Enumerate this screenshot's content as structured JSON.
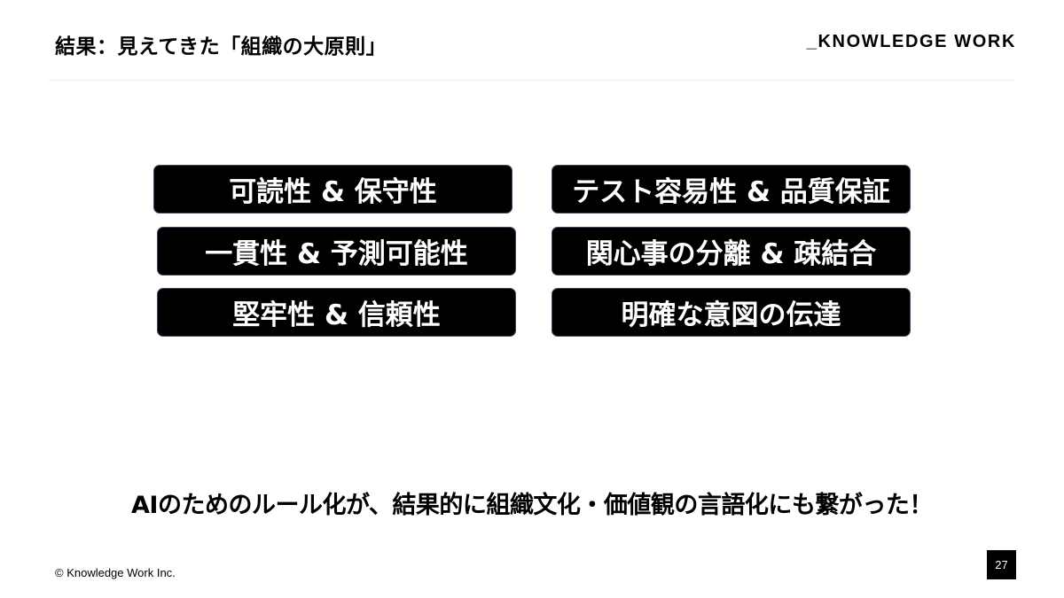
{
  "header": {
    "title": "結果：見えてきた「組織の大原則」",
    "brand": "_KNOWLEDGE WORK"
  },
  "principles": {
    "left": [
      "可読性 & 保守性",
      "一貫性 & 予測可能性",
      "堅牢性 & 信頼性"
    ],
    "right": [
      "テスト容易性 & 品質保証",
      "関心事の分離 & 疎結合",
      "明確な意図の伝達"
    ]
  },
  "summary": "AIのためのルール化が、結果的に組織文化・価値観の言語化にも繋がった！",
  "footer": {
    "copyright": "© Knowledge Work Inc.",
    "page_number": "27"
  },
  "colors": {
    "pill_bg": "#000000",
    "pill_border": "#3d4a66",
    "pill_text": "#ffffff"
  }
}
